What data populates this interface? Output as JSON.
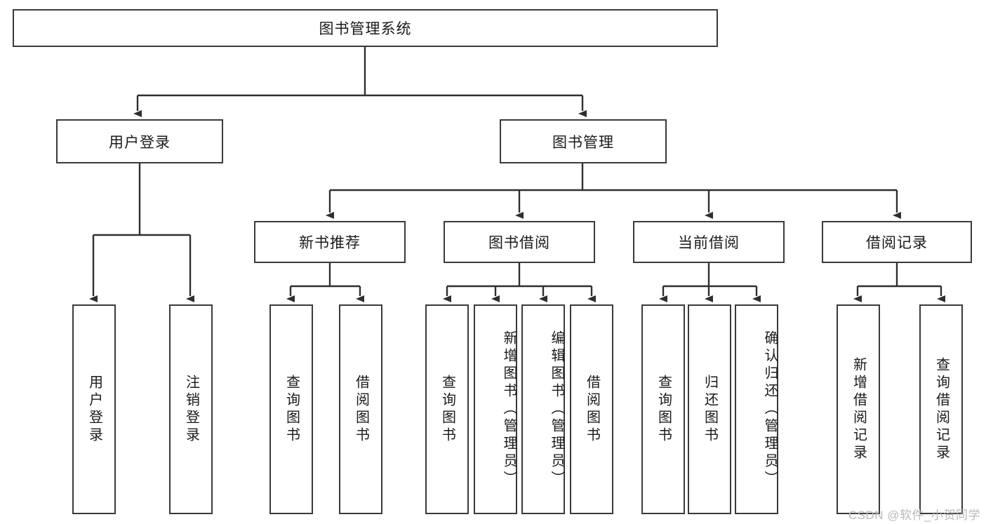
{
  "diagram": {
    "title": "图书管理系统",
    "type": "tree-hierarchy",
    "root": {
      "label": "图书管理系统"
    },
    "level2": [
      {
        "label": "用户登录"
      },
      {
        "label": "图书管理"
      }
    ],
    "level3": [
      {
        "label": "新书推荐"
      },
      {
        "label": "图书借阅"
      },
      {
        "label": "当前借阅"
      },
      {
        "label": "借阅记录"
      }
    ],
    "leaves": {
      "user_login": [
        {
          "label": "用户登录"
        },
        {
          "label": "注销登录"
        }
      ],
      "new_book_recommend": [
        {
          "label": "查询图书"
        },
        {
          "label": "借阅图书"
        }
      ],
      "book_borrow": [
        {
          "label": "查询图书"
        },
        {
          "label": "新增图书（管理员）"
        },
        {
          "label": "编辑图书（管理员）"
        },
        {
          "label": "借阅图书"
        }
      ],
      "current_borrow": [
        {
          "label": "查询图书"
        },
        {
          "label": "归还图书"
        },
        {
          "label": "确认归还（管理员）"
        }
      ],
      "borrow_record": [
        {
          "label": "新增借阅记录"
        },
        {
          "label": "查询借阅记录"
        }
      ]
    },
    "watermark": "CSDN @软件_小贺同学",
    "colors": {
      "stroke": "#3a3a3a",
      "fill": "#ffffff",
      "text": "#1a1a1a",
      "watermark": "#b9b9b9"
    }
  }
}
